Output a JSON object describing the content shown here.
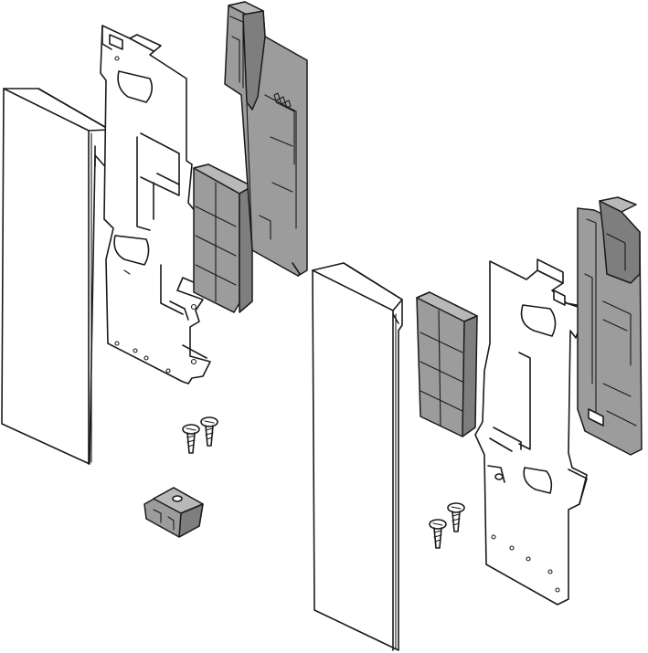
{
  "colors": {
    "background": "#ffffff",
    "outline": "#1a1a1a",
    "part_grey": "#9c9c9c",
    "part_grey_dark": "#7e7e7e",
    "part_grey_light": "#b8b8b8"
  },
  "parts": {
    "left_assembly": [
      "front-panel",
      "metal-bracket",
      "grey-insert",
      "grey-end-piece",
      "screws",
      "clip"
    ],
    "right_assembly": [
      "front-panel",
      "grey-insert",
      "metal-bracket",
      "grey-end-piece",
      "screws"
    ]
  }
}
